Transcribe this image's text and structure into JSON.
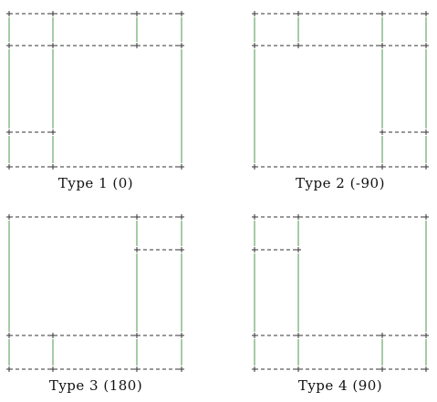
{
  "diagrams": [
    {
      "caption": "Type 1 (0)"
    },
    {
      "caption": "Type 2 (-90)"
    },
    {
      "caption": "Type 3 (180)"
    },
    {
      "caption": "Type 4 (90)"
    }
  ],
  "colors": {
    "dash": "#333333",
    "plus": "#333333",
    "vertical": "#6aa86a",
    "background": "#ffffff"
  }
}
